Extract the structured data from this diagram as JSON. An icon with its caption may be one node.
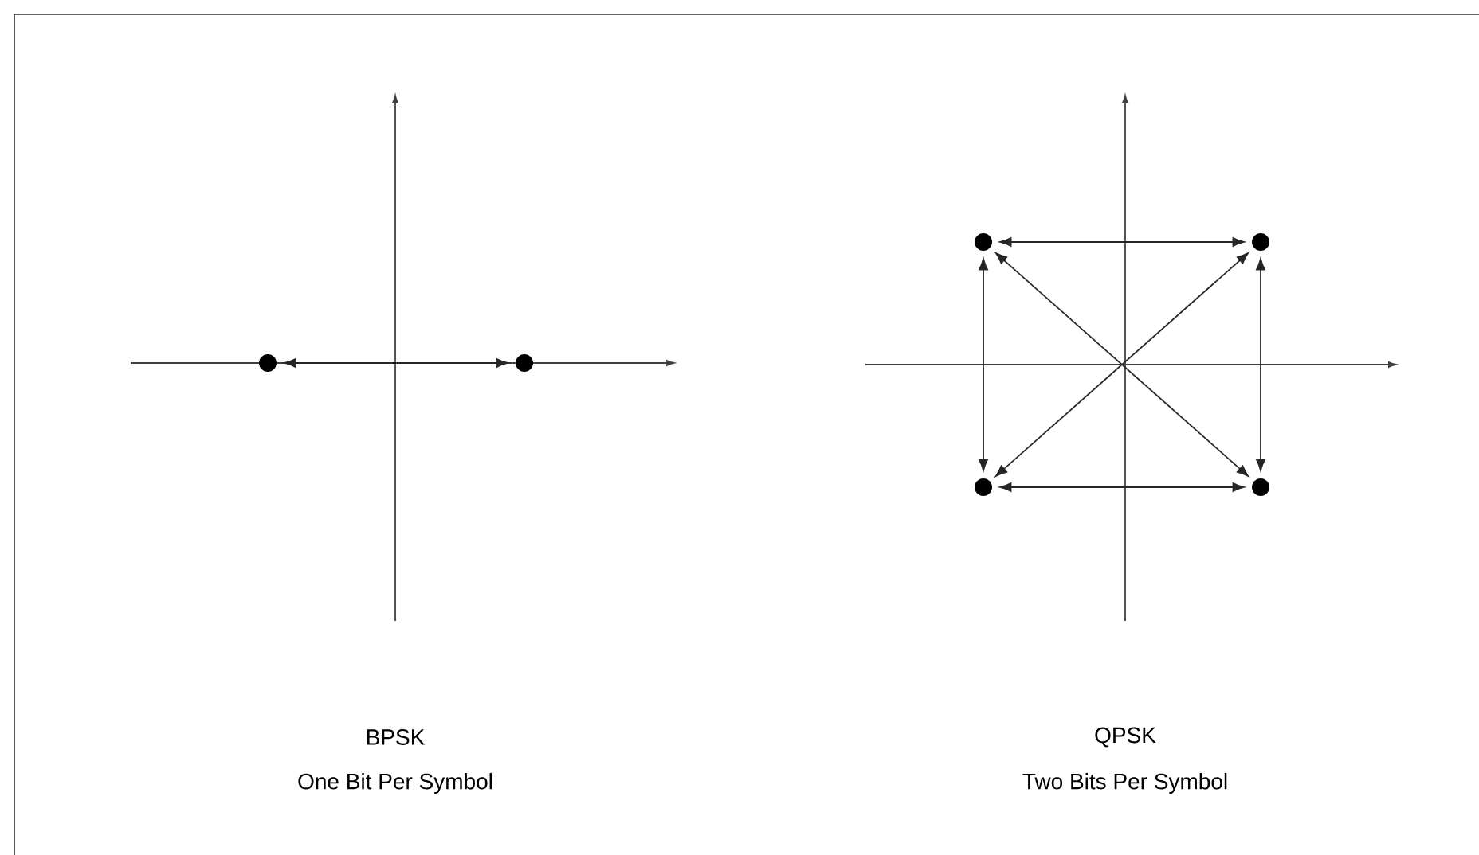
{
  "diagram": {
    "nodes": [
      {
        "text": [],
        "shape": "circle"
      },
      {
        "text": [],
        "shape": "circle"
      },
      {
        "text": [],
        "shape": "circle"
      },
      {
        "text": [],
        "shape": "circle"
      },
      {
        "text": [],
        "shape": "circle"
      },
      {
        "text": [],
        "shape": "circle"
      }
    ],
    "edges": [
      {
        "from": 0,
        "to": 1,
        "arrow": "both"
      },
      {
        "from": 2,
        "to": 3,
        "arrow": "both"
      },
      {
        "from": 4,
        "to": 5,
        "arrow": "both"
      },
      {
        "from": 2,
        "to": 4,
        "arrow": "both"
      },
      {
        "from": 3,
        "to": 5,
        "arrow": "both"
      },
      {
        "from": 2,
        "to": 5,
        "arrow": "both"
      },
      {
        "from": 3,
        "to": 4,
        "arrow": "both"
      }
    ],
    "labels": [
      "BPSK",
      "One Bit Per Symbol",
      "QPSK",
      "Two Bits Per Symbol"
    ]
  }
}
